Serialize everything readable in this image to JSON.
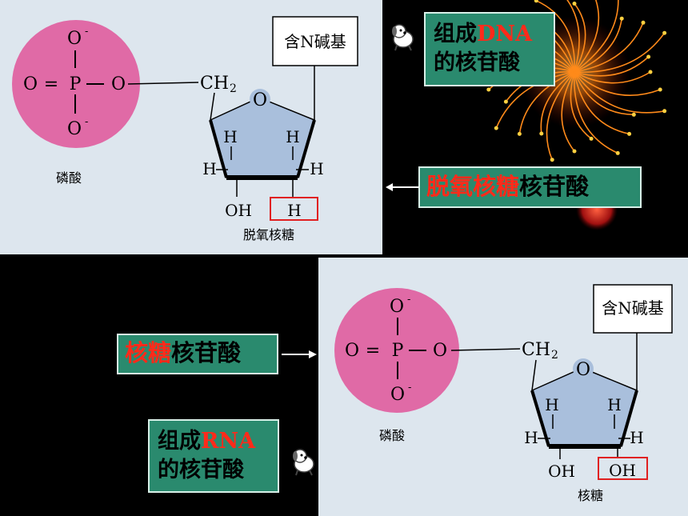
{
  "top_diagram": {
    "phosphate": {
      "o_top": "O",
      "o_left": "O",
      "eq": "=",
      "p": "P",
      "dash": "—",
      "o_right": "O",
      "o_bottom": "O",
      "minus": "-"
    },
    "ch2": "CH",
    "ch2_sub": "2",
    "ring_o": "O",
    "h_inner_left": "H",
    "h_inner_right": "H",
    "h_outer_left": "H",
    "h_outer_right": "H",
    "oh_bottom_left": "OH",
    "highlight_text": "H",
    "base_label": "含N碱基",
    "phosphate_label": "磷酸",
    "sugar_label": "脱氧核糖"
  },
  "bottom_diagram": {
    "phosphate": {
      "o_top": "O",
      "o_left": "O",
      "eq": "=",
      "p": "P",
      "dash": "—",
      "o_right": "O",
      "o_bottom": "O",
      "minus": "-"
    },
    "ch2": "CH",
    "ch2_sub": "2",
    "ring_o": "O",
    "h_inner_left": "H",
    "h_inner_right": "H",
    "h_outer_left": "H",
    "h_outer_right": "H",
    "oh_bottom_left": "OH",
    "highlight_text": "OH",
    "base_label": "含N碱基",
    "phosphate_label": "磷酸",
    "sugar_label": "核糖"
  },
  "labels": {
    "dna_note": {
      "prefix": "组成",
      "highlight": "DNA",
      "line2": "的核苷酸"
    },
    "deoxy": {
      "highlight": "脱氧核糖",
      "rest": "核苷酸"
    },
    "ribo": {
      "highlight": "核糖",
      "rest": "核苷酸"
    },
    "rna_note": {
      "prefix": "组成",
      "highlight": "RNA",
      "line2": "的核苷酸"
    }
  },
  "colors": {
    "background": "#000000",
    "panel": "#dde6ee",
    "phosphate_circle": "#e06aa6",
    "sugar_ring": "#a9bfdc",
    "label_box": "#2a8a6e",
    "highlight_text": "#ff2a1a",
    "highlight_border": "#e02020"
  },
  "icons": [
    "dog-icon",
    "firework-decoration"
  ]
}
